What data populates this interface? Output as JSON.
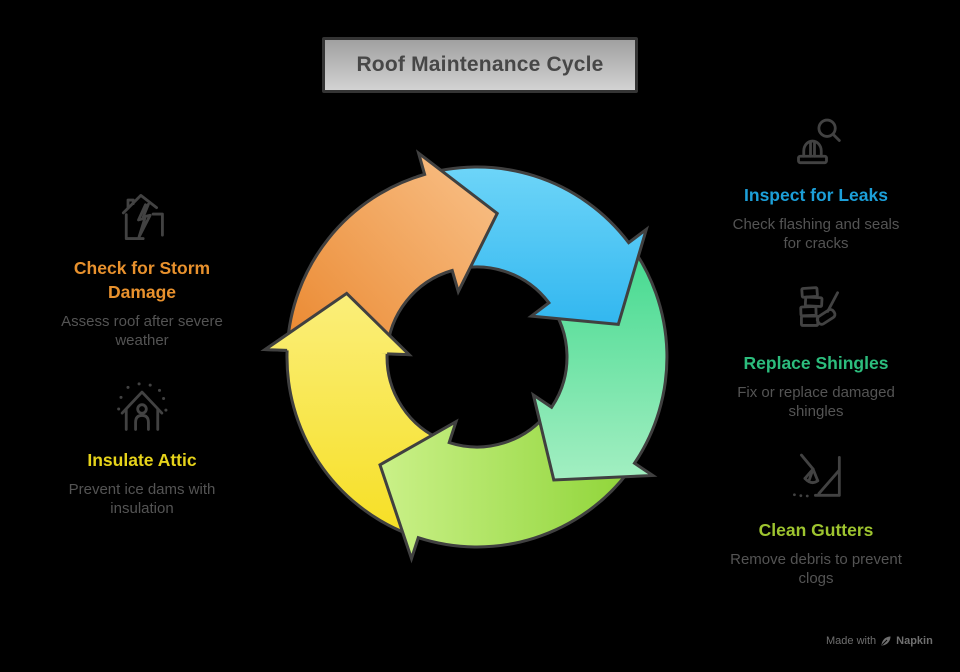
{
  "background": "#000000",
  "title": "Roof Maintenance Cycle",
  "title_box": {
    "bg_top": "#a0a0a0",
    "bg_bottom": "#d2d2d2",
    "border": "#343434",
    "text_color": "#474747"
  },
  "cycle": {
    "stroke": "#404040",
    "arrows": [
      {
        "name": "orange-arrow",
        "from": "#eb8b34",
        "to": "#f8bf86"
      },
      {
        "name": "blue-arrow",
        "from": "#6ed5f8",
        "to": "#2cb4ef"
      },
      {
        "name": "green-arrow",
        "from": "#3ed88c",
        "to": "#a9f0c5"
      },
      {
        "name": "lime-arrow",
        "from": "#92d63c",
        "to": "#c9f087"
      },
      {
        "name": "yellow-arrow",
        "from": "#f6de1e",
        "to": "#fbf083"
      }
    ]
  },
  "steps": [
    {
      "title": "Inspect for Leaks",
      "description": "Check flashing and seals\nfor cracks",
      "color": "#1C9FD8",
      "icon": "hardhat-magnifier-icon"
    },
    {
      "title": "Replace Shingles",
      "description": "Fix or replace damaged\nshingles",
      "color": "#2CBD7D",
      "icon": "shingles-mallet-icon"
    },
    {
      "title": "Clean Gutters",
      "description": "Remove debris to prevent\nclogs",
      "color": "#9EC42F",
      "icon": "rake-gutter-icon"
    },
    {
      "title": "Insulate Attic",
      "description": "Prevent ice dams with\ninsulation",
      "color": "#E6D31A",
      "icon": "snow-house-person-icon"
    },
    {
      "title": "Check for Storm\nDamage",
      "description": "Assess roof after severe\nweather",
      "color": "#E8912D",
      "icon": "storm-damaged-house-icon"
    }
  ],
  "watermark": {
    "prefix": "Made with",
    "brand": "Napkin",
    "color": "#6f6f6f"
  }
}
